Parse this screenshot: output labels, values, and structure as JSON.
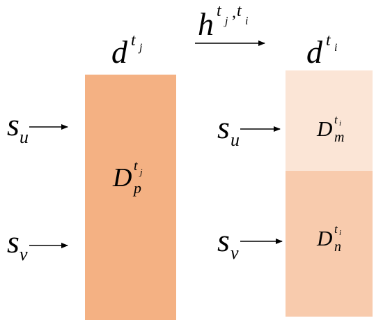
{
  "colors": {
    "block_left": "#f4b183",
    "block_right_top": "#fbe5d6",
    "block_right_bottom": "#f8cbad",
    "ink": "#000000"
  },
  "transform": {
    "symbol": "h",
    "superscript": "t",
    "sup_sub_1": "j",
    "comma": ",",
    "sup_t2": "t",
    "sup_sub_2": "i"
  },
  "left_column": {
    "title_symbol": "d",
    "title_sup": "t",
    "title_sup_sub": "j",
    "block_symbol": "D",
    "block_sup": "t",
    "block_sup_sub": "j",
    "block_sub": "p",
    "signals": [
      {
        "symbol": "s",
        "sub": "u"
      },
      {
        "symbol": "s",
        "sub": "v"
      }
    ]
  },
  "right_column": {
    "title_symbol": "d",
    "title_sup": "t",
    "title_sup_sub": "i",
    "top_symbol": "D",
    "top_sup": "t",
    "top_sup_sub": "i",
    "top_sub": "m",
    "bottom_symbol": "D",
    "bottom_sup": "t",
    "bottom_sup_sub": "i",
    "bottom_sub": "n",
    "signals": [
      {
        "symbol": "s",
        "sub": "u"
      },
      {
        "symbol": "s",
        "sub": "v"
      }
    ]
  }
}
